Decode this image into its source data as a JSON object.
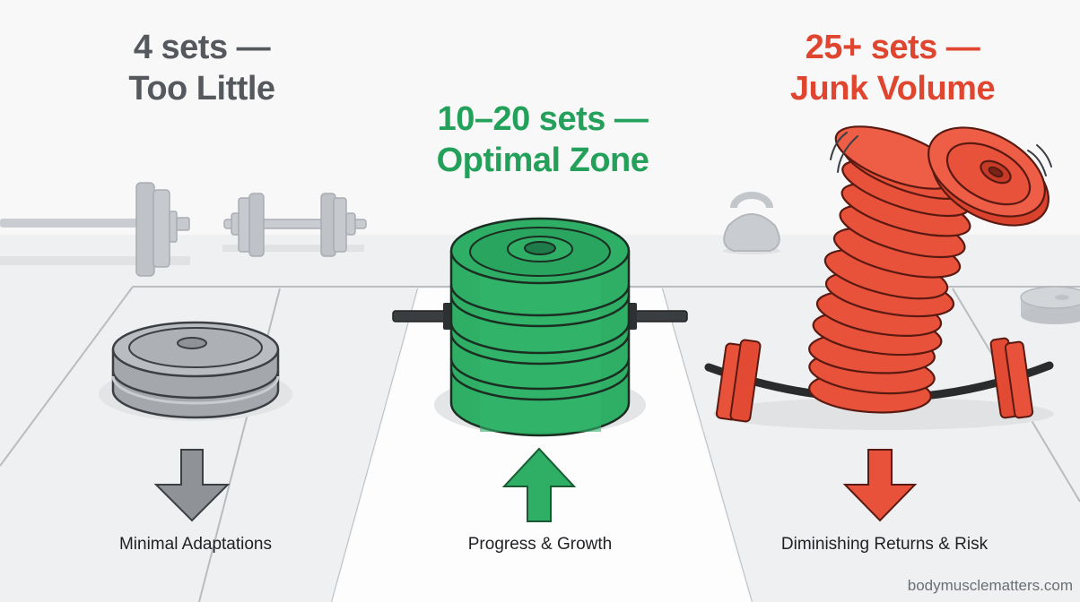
{
  "zones": [
    {
      "id": "too-little",
      "title_line1": "4 sets —",
      "title_line2": "Too Little",
      "caption": "Minimal Adaptations",
      "color": "#55595e",
      "arrow": "down",
      "icon": "gray-plate-stack-icon"
    },
    {
      "id": "optimal",
      "title_line1": "10–20 sets —",
      "title_line2": "Optimal Zone",
      "caption": "Progress & Growth",
      "color": "#23a05a",
      "arrow": "up",
      "icon": "green-plate-stack-icon"
    },
    {
      "id": "junk",
      "title_line1": "25+ sets —",
      "title_line2": "Junk Volume",
      "caption": "Diminishing Returns & Risk",
      "color": "#e0452f",
      "arrow": "down",
      "icon": "toppling-red-plate-stack-icon"
    }
  ],
  "watermark": "bodymusclematters.com",
  "colors": {
    "background": "#f3f4f5",
    "gray": "#a9adb2",
    "green": "#2fae66",
    "red": "#e8513a",
    "outline": "#2b2e31"
  }
}
